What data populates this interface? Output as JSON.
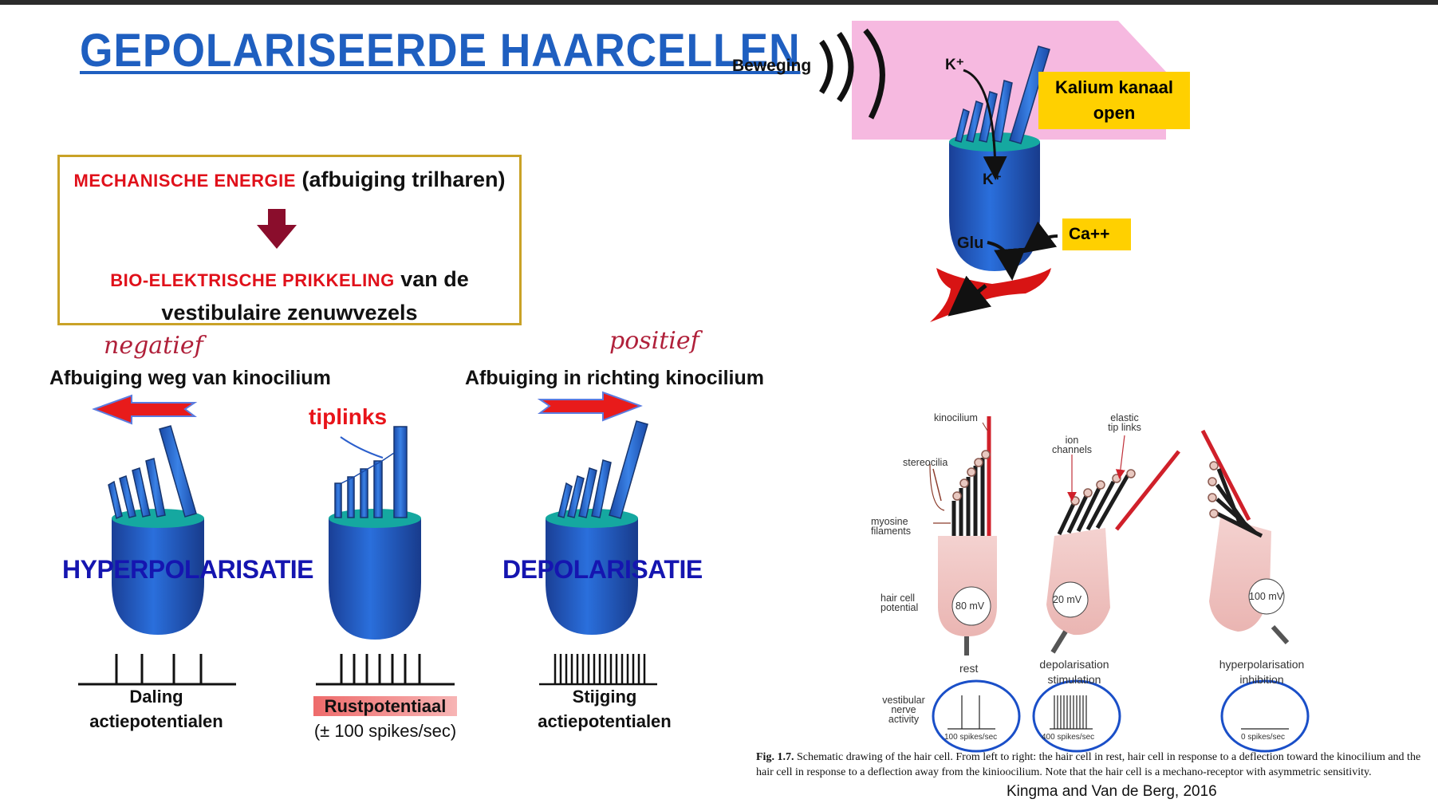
{
  "title": "GEPOLARISEERDE HAARCELLEN",
  "box": {
    "mech_red": "MECHANISCHE ENERGIE",
    "mech_black": " (afbuiging trilharen)",
    "bio_red": "BIO-ELEKTRISCHE PRIKKELING",
    "bio_black": " van de vestibulaire zenuwvezels"
  },
  "left_panel": {
    "neg_handwritten": "negatief",
    "pos_handwritten": "positief",
    "deflect_away": "Afbuiging weg van kinocilium",
    "deflect_toward": "Afbuiging in richting kinocilium",
    "tiplinks": "tiplinks",
    "hyper": "HYPERPOLARISATIE",
    "depol": "DEPOLARISATIE",
    "caption_left": "Daling actiepotentialen",
    "caption_mid_1": "Rustpotentiaal",
    "caption_mid_2": "(± 100 spikes/sec)",
    "caption_right": "Stijging actiepotentialen"
  },
  "top_right": {
    "beweging": "Beweging",
    "k_top": "K⁺",
    "k_inside": "K⁺",
    "kalium_1": "Kalium kanaal",
    "kalium_2": "open",
    "glu": "Glu",
    "ca": "Ca++"
  },
  "figure": {
    "kinocilium": "kinocilium",
    "stereocilia": "stereocilia",
    "myosine_1": "myosine",
    "myosine_2": "filaments",
    "hair_cell_1": "hair cell",
    "hair_cell_2": "potential",
    "ion_1": "ion",
    "ion_2": "channels",
    "elastic_1": "elastic",
    "elastic_2": "tip links",
    "mv_rest": "80 mV",
    "mv_depol": "20 mV",
    "mv_hyper": "100 mV",
    "rest": "rest",
    "depol_1": "depolarisation",
    "depol_2": "stimulation",
    "hyper_1": "hyperpolarisation",
    "hyper_2": "inhibition",
    "vest_1": "vestibular",
    "vest_2": "nerve",
    "vest_3": "activity",
    "spikes_rest": "100 spikes/sec",
    "spikes_depol": "400 spikes/sec",
    "spikes_hyper": "0 spikes/sec",
    "caption_bold": "Fig. 1.7.",
    "caption": " Schematic drawing of the hair cell. From left to right: the hair cell in rest, hair cell in response to a deflection toward the kinocilium and the hair cell in response to a deflection away from the kinioocilium. Note that the hair cell is a mechano-receptor with asymmetric sensitivity.",
    "credit": "Kingma and Van de Berg, 2016"
  }
}
